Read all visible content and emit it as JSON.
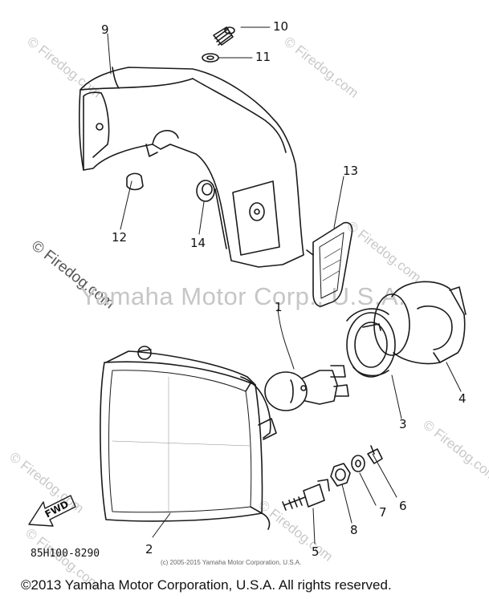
{
  "watermark": {
    "brand": "© Firedog.com",
    "center": "Yamaha Motor Corp., U.S.A."
  },
  "callouts": {
    "c1": "1",
    "c2": "2",
    "c3": "3",
    "c4": "4",
    "c5": "5",
    "c6": "6",
    "c7": "7",
    "c8": "8",
    "c9": "9",
    "c10": "10",
    "c11": "11",
    "c12": "12",
    "c13": "13",
    "c14": "14"
  },
  "direction_tag": "FWD",
  "drawing_number": "85H100-8290",
  "small_copyright": "(c) 2005-2015 Yamaha Motor Corporation, U.S.A.",
  "copyright": "©2013 Yamaha Motor Corporation, U.S.A. All rights reserved."
}
